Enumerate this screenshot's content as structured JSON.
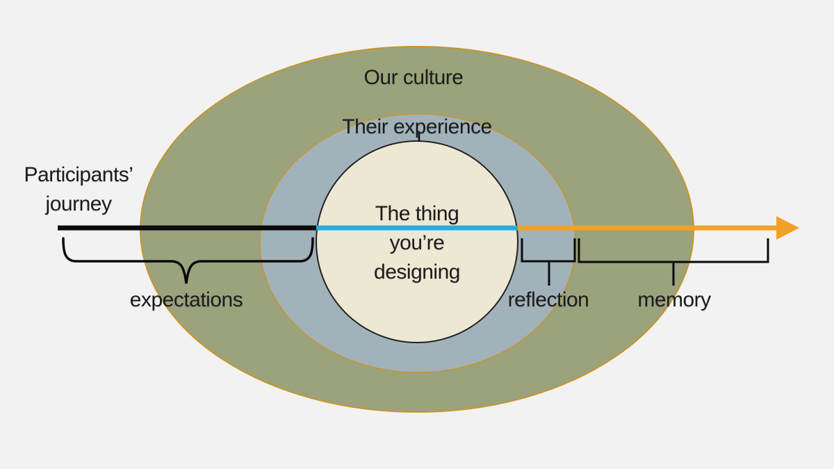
{
  "title": "Participants' journey experience diagram",
  "background_color": "#f2f2f2",
  "labels": {
    "participants_journey": "Participants’\njourney",
    "our_culture": "Our culture",
    "their_experience": "Their experience",
    "center": "The thing\nyou’re\ndesigning",
    "expectations": "expectations",
    "reflection": "reflection",
    "memory": "memory"
  },
  "colors": {
    "outer_fill": "#9aa37c",
    "middle_fill": "#a2b2ba",
    "ring_stroke": "#c9942e",
    "inner_fill": "#ece8d4",
    "inner_stroke": "#22221f",
    "journey_segment": "#0a0a0a",
    "experience_segment": "#29abe2",
    "memory_segment": "#f0a226",
    "annotation_stroke": "#0a0a0a",
    "text": "#1c1c1c"
  },
  "timeline": {
    "segments": [
      {
        "name": "participants-journey-segment",
        "phase": "before: expectations"
      },
      {
        "name": "their-experience-segment",
        "phase": "during: the thing you're designing"
      },
      {
        "name": "memory-segment",
        "phase": "after: reflection and memory"
      }
    ],
    "direction": "left-to-right arrow"
  }
}
